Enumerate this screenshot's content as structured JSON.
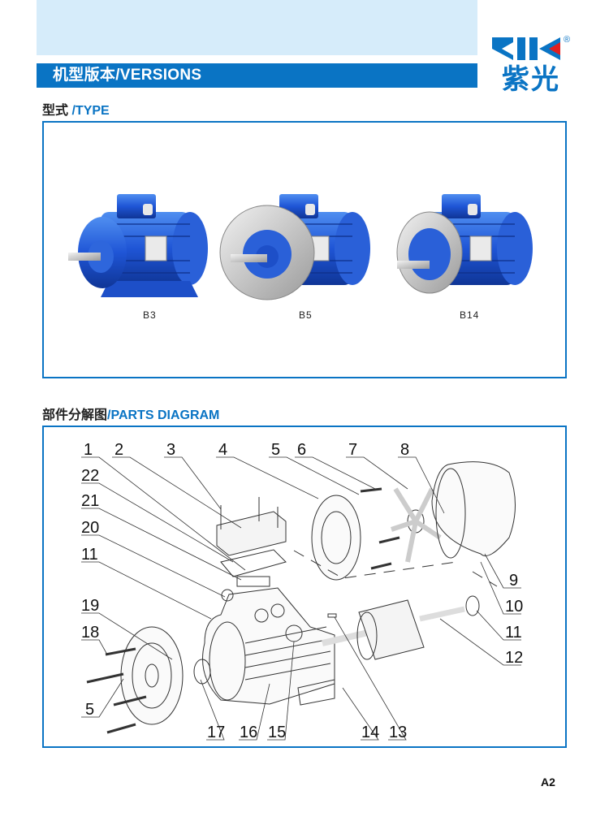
{
  "header": {
    "title": "机型版本/VERSIONS",
    "logo_text": "ZIK",
    "logo_cn": "紫光",
    "registered_mark": "®",
    "colors": {
      "brand_blue": "#0a74c4",
      "band_light": "#d6ecfa",
      "logo_red": "#e02020"
    }
  },
  "type_section": {
    "title_cn": "型式",
    "title_en": "/TYPE",
    "versions": [
      {
        "label": "B3"
      },
      {
        "label": "B5"
      },
      {
        "label": "B14"
      }
    ]
  },
  "parts_section": {
    "title_cn": "部件分解图",
    "title_en": "/PARTS DIAGRAM",
    "callouts": [
      "1",
      "2",
      "3",
      "4",
      "5",
      "6",
      "7",
      "8",
      "22",
      "21",
      "20",
      "11",
      "19",
      "18",
      "5",
      "9",
      "10",
      "11",
      "12",
      "17",
      "16",
      "15",
      "14",
      "13"
    ]
  },
  "footer": {
    "page_number": "A2"
  }
}
